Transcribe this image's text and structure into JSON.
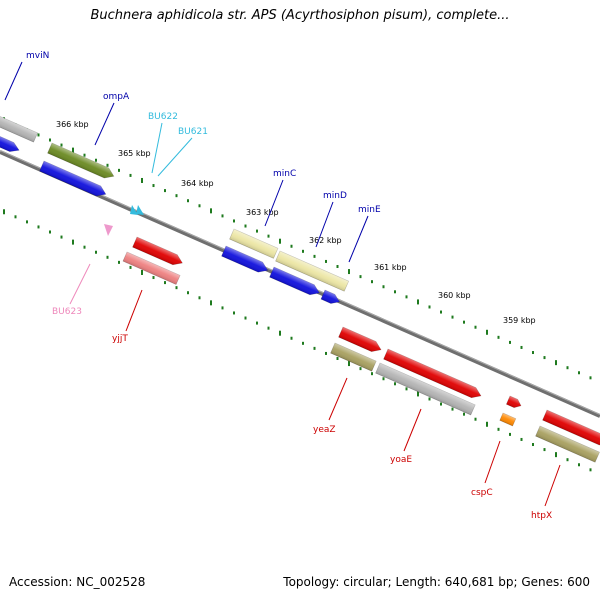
{
  "title": "Buchnera aphidicola str. APS (Acyrthosiphon pisum), complete...",
  "footer": {
    "accession": "Accession: NC_002528",
    "stats": "Topology: circular; Length: 640,681 bp; Genes: 600"
  },
  "colors": {
    "backbone": "#6f6f6f",
    "tick": "#1e7a1e",
    "forward_label": "#0000aa",
    "reverse_label": "#cc0000",
    "rna_label": "#33bbdd",
    "pseudo_label": "#ee88bb"
  },
  "ticks": [
    "366 kbp",
    "365 kbp",
    "364 kbp",
    "363 kbp",
    "362 kbp",
    "361 kbp",
    "360 kbp",
    "359 kbp"
  ],
  "genes": [
    {
      "name": "mviN",
      "strand": "forward",
      "color": "#b4b4b4"
    },
    {
      "name": "",
      "strand": "forward",
      "color": "#1010dd"
    },
    {
      "name": "ompA",
      "strand": "forward",
      "color": "#6b8a22"
    },
    {
      "name": "",
      "strand": "forward",
      "color": "#1010dd"
    },
    {
      "name": "BU622",
      "strand": "forward",
      "color": "#33bbdd"
    },
    {
      "name": "BU621",
      "strand": "forward",
      "color": "#33bbdd"
    },
    {
      "name": "minC",
      "strand": "forward",
      "color": "#ece6a4"
    },
    {
      "name": "",
      "strand": "forward",
      "color": "#1010dd"
    },
    {
      "name": "minD",
      "strand": "forward",
      "color": "#ece6a4"
    },
    {
      "name": "",
      "strand": "forward",
      "color": "#1010dd"
    },
    {
      "name": "minE",
      "strand": "forward",
      "color": "#1010dd"
    },
    {
      "name": "BU623",
      "strand": "reverse",
      "color": "#ee99cc"
    },
    {
      "name": "",
      "strand": "reverse",
      "color": "#e00000"
    },
    {
      "name": "yjjT",
      "strand": "reverse",
      "color": "#ee8080"
    },
    {
      "name": "",
      "strand": "reverse",
      "color": "#e00000"
    },
    {
      "name": "yeaZ",
      "strand": "reverse",
      "color": "#a8a060"
    },
    {
      "name": "",
      "strand": "reverse",
      "color": "#e00000"
    },
    {
      "name": "yoaE",
      "strand": "reverse",
      "color": "#b4b4b4"
    },
    {
      "name": "",
      "strand": "reverse",
      "color": "#e00000"
    },
    {
      "name": "cspC",
      "strand": "reverse",
      "color": "#ff8800"
    },
    {
      "name": "",
      "strand": "reverse",
      "color": "#e00000"
    },
    {
      "name": "htpX",
      "strand": "reverse",
      "color": "#a8a060"
    }
  ]
}
